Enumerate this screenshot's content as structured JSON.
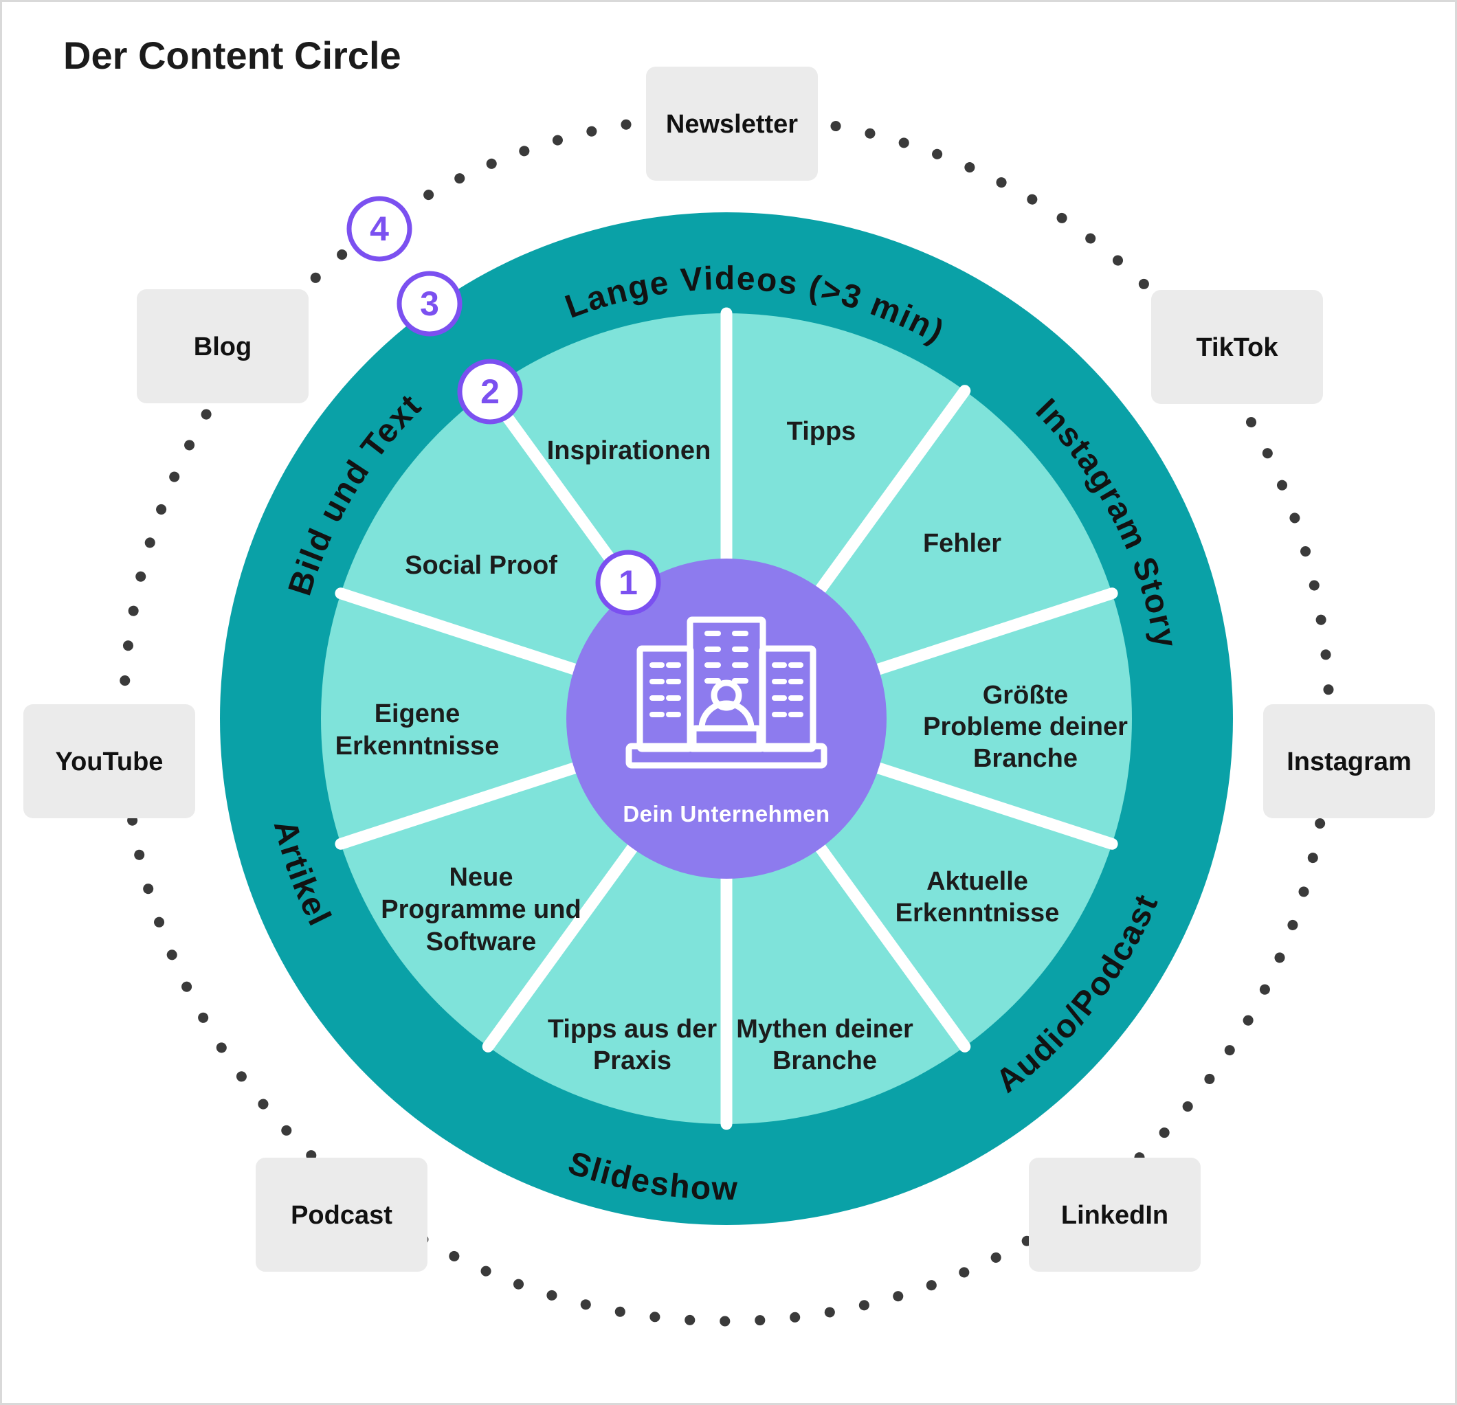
{
  "title": "Der Content Circle",
  "center": {
    "label": "Dein Unternehmen",
    "icon": "company-buildings-icon"
  },
  "steps": {
    "one": "1",
    "two": "2",
    "three": "3",
    "four": "4"
  },
  "ring_formats": {
    "top": "Lange Videos (>3 min)",
    "right": "Instagram Story",
    "bottom_right": "Audio/Podcast",
    "bottom": "Slideshow",
    "left": "Artikel",
    "top_left": "Bild und Text"
  },
  "segments": [
    {
      "lines": [
        "Tipps"
      ]
    },
    {
      "lines": [
        "Fehler"
      ]
    },
    {
      "lines": [
        "Größte",
        "Probleme deiner",
        "Branche"
      ]
    },
    {
      "lines": [
        "Aktuelle",
        "Erkenntnisse"
      ]
    },
    {
      "lines": [
        "Mythen deiner",
        "Branche"
      ]
    },
    {
      "lines": [
        "Tipps aus der",
        "Praxis"
      ]
    },
    {
      "lines": [
        "Neue",
        "Programme und",
        "Software"
      ]
    },
    {
      "lines": [
        "Eigene",
        "Erkenntnisse"
      ]
    },
    {
      "lines": [
        "Social Proof"
      ]
    },
    {
      "lines": [
        "Inspirationen"
      ]
    }
  ],
  "platforms": [
    "Newsletter",
    "TikTok",
    "Instagram",
    "LinkedIn",
    "Podcast",
    "YouTube",
    "Blog"
  ],
  "colors": {
    "ring_teal": "#0aa1a7",
    "wheel_teal": "#7fe3da",
    "company_purple": "#8d7bee",
    "step_purple": "#7b50f0",
    "platform_box_gray": "#ebebeb",
    "dot_gray": "#3a3a3a",
    "text_black": "#1b1b1b"
  }
}
